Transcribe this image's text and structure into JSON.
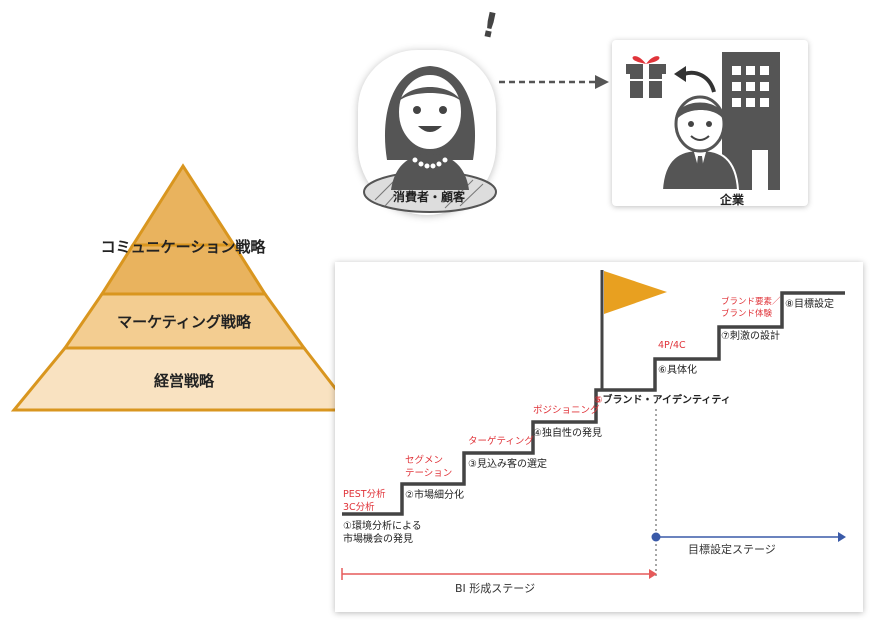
{
  "pyramid": {
    "levels": [
      {
        "label": "コミュニケーション戦略",
        "color": "#e9b35e"
      },
      {
        "label": "マーケティング戦略",
        "color": "#f3cd91"
      },
      {
        "label": "経営戦略",
        "color": "#f9e2c1"
      }
    ],
    "border_color": "#d9961f"
  },
  "top": {
    "consumer_label": "消費者・顧客",
    "company_label": "企業",
    "exclaim": "!",
    "gift_ribbon_color": "#e0343a"
  },
  "stairs": {
    "steps": [
      {
        "num": "①",
        "text1": "環境分析による",
        "text2": "市場機会の発見",
        "method1": "PEST分析",
        "method2": "3C分析"
      },
      {
        "num": "②",
        "text1": "市場細分化",
        "method1": "セグメン",
        "method2": "テーション"
      },
      {
        "num": "③",
        "text1": "見込み客の選定",
        "method1": "ターゲティング"
      },
      {
        "num": "④",
        "text1": "独自性の発見",
        "method1": "ポジショニング"
      },
      {
        "num": "⑤",
        "text1": "ブランド・アイデンティティ"
      },
      {
        "num": "⑥",
        "text1": "具体化",
        "method1": "4P/4C"
      },
      {
        "num": "⑦",
        "text1": "刺激の設計",
        "method1": "ブランド要素／",
        "method2": "ブランド体験"
      },
      {
        "num": "⑧",
        "text1": "目標設定"
      }
    ],
    "stage_bi": "BI 形成ステージ",
    "stage_goal": "目標設定ステージ",
    "colors": {
      "method": "#e0343a",
      "stage_bi": "#e65a5a",
      "stage_goal": "#3a5aa8",
      "flag": "#e8a020",
      "stair": "#444444"
    }
  }
}
